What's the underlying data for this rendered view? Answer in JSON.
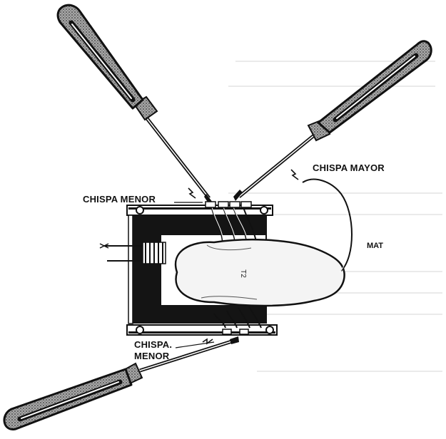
{
  "labels": {
    "chispa_mayor": "CHISPA MAYOR",
    "chispa_menor_top": "CHISPA MENOR",
    "chispa_menor_bottom_line1": "CHISPA.",
    "chispa_menor_bottom_line2": "MENOR",
    "mat": "MAT",
    "t2": "T2"
  },
  "colors": {
    "ink": "#111111",
    "core": "#141414",
    "handle": "#8f8f8f",
    "flyback_body": "#f4f4f4",
    "paper": "#ffffff"
  },
  "icons": [
    "screwdriver-icon",
    "spark-icon",
    "transformer-core",
    "flyback-transformer",
    "coil-winding"
  ]
}
